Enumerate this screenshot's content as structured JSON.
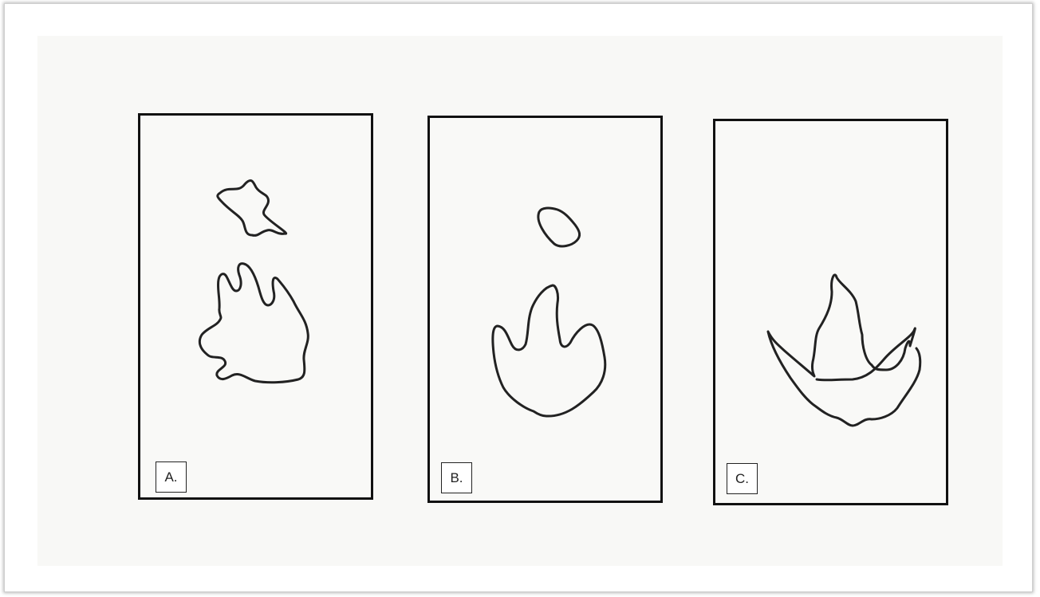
{
  "panels": [
    {
      "label": "A.",
      "shapes": [
        "lobed-blob-small",
        "lobed-blob-large"
      ]
    },
    {
      "label": "B.",
      "shapes": [
        "oval-blob",
        "three-toed-print"
      ]
    },
    {
      "label": "C.",
      "shapes": [
        "three-toed-print-slender"
      ]
    }
  ],
  "colors": {
    "outline": "#222222",
    "panel_border": "#111111",
    "background": "#f8f8f6"
  }
}
